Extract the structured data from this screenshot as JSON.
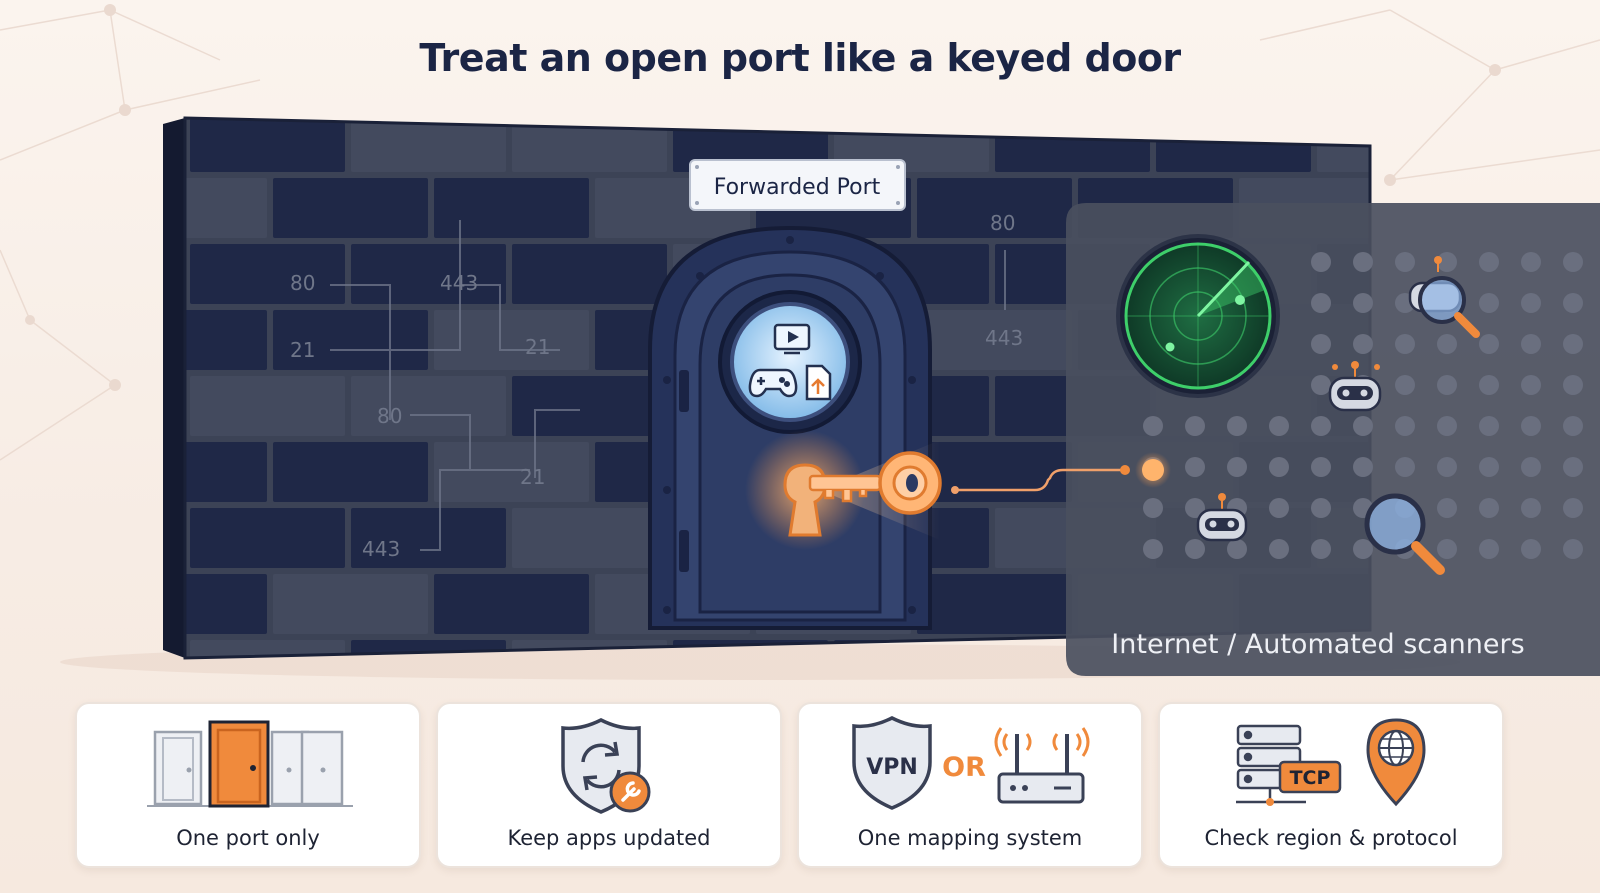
{
  "title": "Treat an open port like a keyed door",
  "door": {
    "sign": "Forwarded Port"
  },
  "wall_port_numbers": [
    "80",
    "443",
    "21",
    "21",
    "80",
    "21",
    "443",
    "80",
    "443"
  ],
  "internet": {
    "label": "Internet / Automated scanners"
  },
  "cards": [
    {
      "label": "One port only",
      "icon": "single-door-icon"
    },
    {
      "label": "Keep apps updated",
      "icon": "shield-refresh-wrench-icon"
    },
    {
      "label": "One mapping system",
      "icon": "vpn-or-router-icon",
      "vpn_text": "VPN",
      "or_text": "OR"
    },
    {
      "label": "Check region & protocol",
      "icon": "server-tcp-globe-icon",
      "tcp_text": "TCP"
    }
  ],
  "colors": {
    "title": "#1b2545",
    "wall_dark": "#1f2847",
    "wall_gray": "#434a5e",
    "door": "#2c3a63",
    "accent_orange": "#f08a3c",
    "radar_green": "#3ecf6a",
    "internet_panel": "#4a4f5e"
  }
}
